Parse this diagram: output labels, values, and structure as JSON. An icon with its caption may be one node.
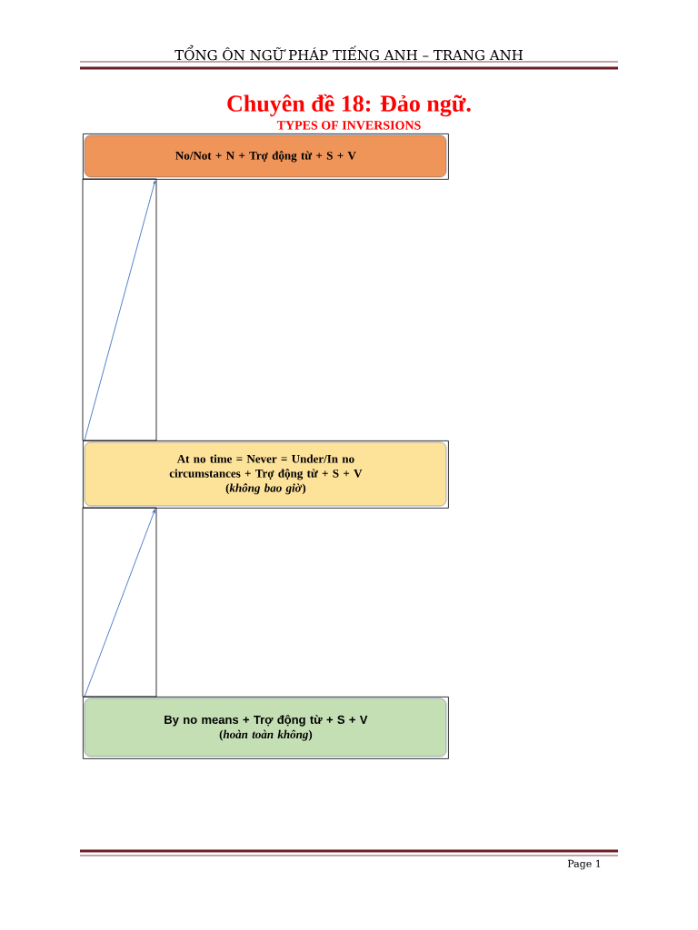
{
  "diagram": {
    "title": "Chuyên đề 18: Đảo ngữ.",
    "nodes": [
      {
        "text": [
          "No/Not + N + Trợ động từ + S + V"
        ]
      },
      {
        "text": [
          "At no time = Never = Under/In no circumstances + Trợ động từ + S + V",
          "(*không bao giờ*)"
        ]
      },
      {
        "text": [
          "By no means + Trợ động từ + S + V",
          "(*hoàn toàn không*)"
        ]
      }
    ],
    "edges": [
      {
        "from": 1,
        "to": 0,
        "arrow": "to"
      },
      {
        "from": 2,
        "to": 1,
        "arrow": "to"
      }
    ],
    "labels": [
      "TỔNG ÔN NGỮ PHÁP TIẾNG ANH – TRANG ANH",
      "TYPES OF INVERSIONS",
      "Page 1"
    ]
  }
}
